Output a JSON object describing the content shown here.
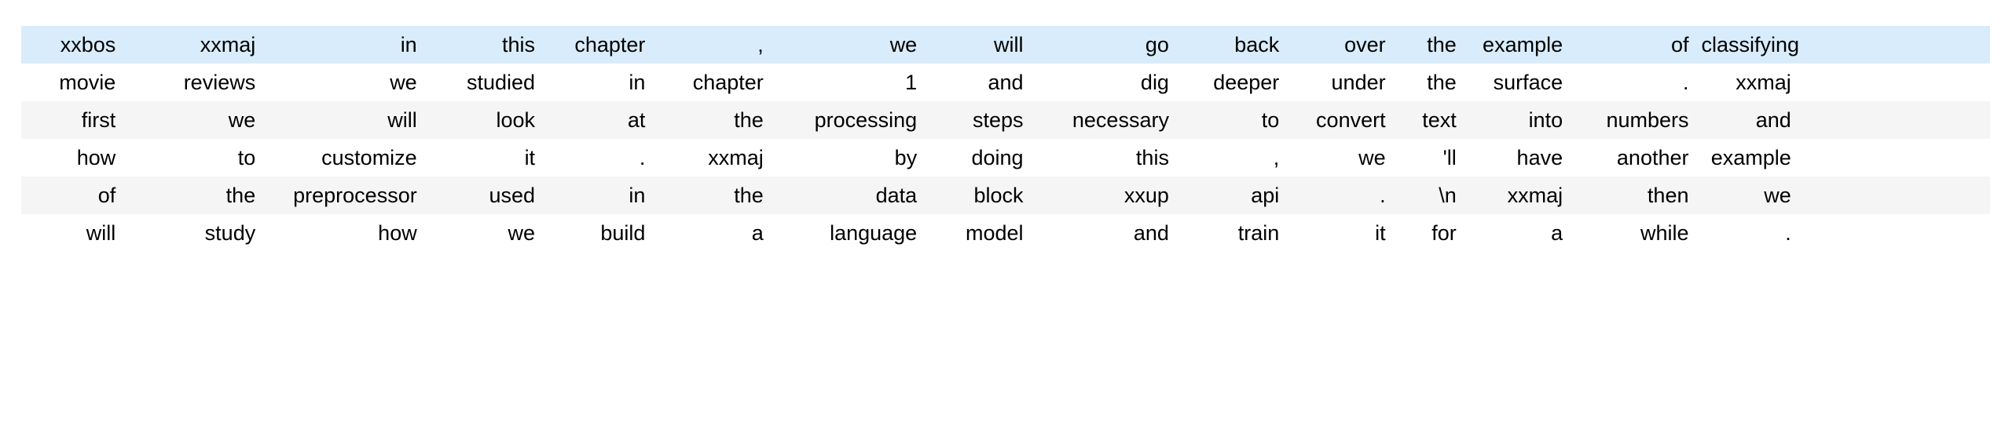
{
  "table": {
    "name": "tokenized-text-dataframe",
    "columns": 16,
    "row_count": 6,
    "colors": {
      "highlight_row_background": "#d9ecfb",
      "alternate_row_background": "#f5f5f5",
      "plain_row_background": "#ffffff",
      "text_color": "#000000",
      "page_background": "#ffffff"
    },
    "column_widths": [
      "5.2%",
      "7.1%",
      "8.2%",
      "6.0%",
      "5.6%",
      "6.0%",
      "7.8%",
      "5.4%",
      "7.4%",
      "5.6%",
      "5.4%",
      "3.6%",
      "5.4%",
      "6.4%",
      "5.2%",
      "9.7%"
    ],
    "rows": [
      {
        "style": "highlight",
        "cells": [
          "xxbos",
          "xxmaj",
          "in",
          "this",
          "chapter",
          ",",
          "we",
          "will",
          "go",
          "back",
          "over",
          "the",
          "example",
          "of",
          "classifying"
        ]
      },
      {
        "style": "plain",
        "cells": [
          "movie",
          "reviews",
          "we",
          "studied",
          "in",
          "chapter",
          "1",
          "and",
          "dig",
          "deeper",
          "under",
          "the",
          "surface",
          ".",
          "xxmaj"
        ]
      },
      {
        "style": "alt",
        "cells": [
          "first",
          "we",
          "will",
          "look",
          "at",
          "the",
          "processing",
          "steps",
          "necessary",
          "to",
          "convert",
          "text",
          "into",
          "numbers",
          "and"
        ]
      },
      {
        "style": "plain",
        "cells": [
          "how",
          "to",
          "customize",
          "it",
          ".",
          "xxmaj",
          "by",
          "doing",
          "this",
          ",",
          "we",
          "'ll",
          "have",
          "another",
          "example"
        ]
      },
      {
        "style": "alt",
        "cells": [
          "of",
          "the",
          "preprocessor",
          "used",
          "in",
          "the",
          "data",
          "block",
          "xxup",
          "api",
          ".",
          "\\n",
          "xxmaj",
          "then",
          "we"
        ]
      },
      {
        "style": "plain",
        "cells": [
          "will",
          "study",
          "how",
          "we",
          "build",
          "a",
          "language",
          "model",
          "and",
          "train",
          "it",
          "for",
          "a",
          "while",
          "."
        ]
      }
    ]
  }
}
